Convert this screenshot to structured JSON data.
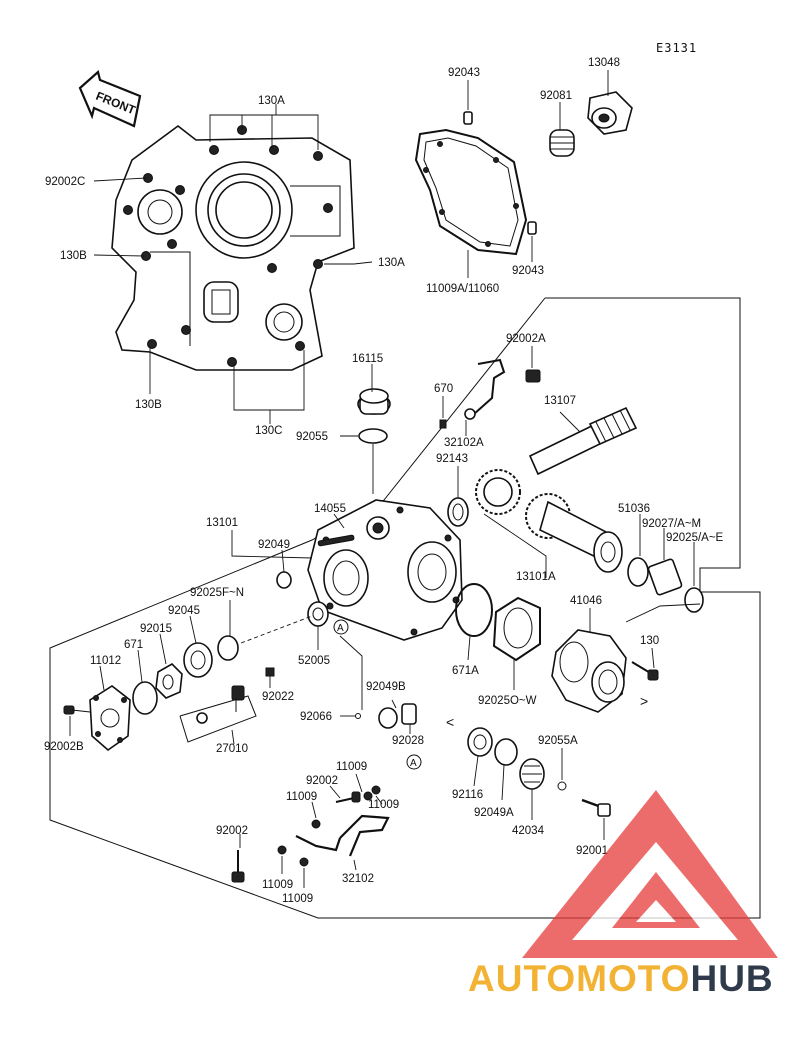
{
  "diagram_code": "E3131",
  "front_label": "FRONT",
  "labels": {
    "l130A_top": "130A",
    "l92002C": "92002C",
    "l130B_a": "130B",
    "l130A_right": "130A",
    "l130B_b": "130B",
    "l130C": "130C",
    "l92043_top": "92043",
    "l13048": "13048",
    "l92081": "92081",
    "l92043_b": "92043",
    "l11009A": "11009A/11060",
    "l92002A": "92002A",
    "l16115": "16115",
    "l670": "670",
    "l13107": "13107",
    "l92055": "92055",
    "l32102A": "32102A",
    "l92143": "92143",
    "l13101": "13101",
    "l14055": "14055",
    "l51036": "51036",
    "l92027": "92027/A~M",
    "l92025AE": "92025/A~E",
    "l92049": "92049",
    "l13101A": "13101A",
    "l92025FN": "92025F~N",
    "l41046": "41046",
    "l92045": "92045",
    "l92015": "92015",
    "l671": "671",
    "l11012": "11012",
    "l52005": "52005",
    "l130": "130",
    "l671A": "671A",
    "l92049B": "92049B",
    "l92022": "92022",
    "l92025OW": "92025O~W",
    "l92066": "92066",
    "l92002B": "92002B",
    "l27010": "27010",
    "l92028": "92028",
    "l92055A": "92055A",
    "l11009_a": "11009",
    "l92002_a": "92002",
    "l11009_b": "11009",
    "l11009_c": "11009",
    "l92116": "92116",
    "l92049A": "92049A",
    "l42034": "42034",
    "l92002_b": "92002",
    "l92001": "92001",
    "l32102": "32102",
    "l11009_d": "11009",
    "l11009_e": "11009",
    "circleA1": "A",
    "circleA2": "A"
  },
  "watermark": {
    "part1": "AUTOMOTO",
    "part2": "HUB"
  },
  "colors": {
    "watermark_red": "#e63c3c",
    "watermark_orange": "#f2b233",
    "watermark_dark": "#2f3b4a",
    "ink": "#111111"
  }
}
